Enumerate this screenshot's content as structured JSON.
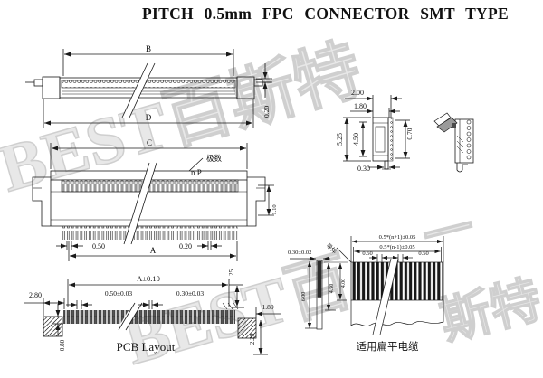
{
  "title": "PITCH 0.5mm FPC CONNECTOR SMT TYPE",
  "top_view": {
    "dim_b": "B",
    "dim_d": "D",
    "dim_thickness": "0.20"
  },
  "front_view": {
    "dim_c": "C",
    "dim_a": "A",
    "dim_pitch": "0.50",
    "dim_width": "0.20",
    "leader_label": "极数",
    "poles_label": "n P",
    "dim_side": "1.10"
  },
  "side_view": {
    "dim_total_width": "2.00",
    "dim_inner_width": "1.80",
    "dim_height": "5.25",
    "dim_inner_height": "4.50",
    "dim_front": "0.70",
    "dim_lead": "0.30"
  },
  "pcb_layout": {
    "label": "PCB Layout",
    "dim_span": "A±0.10",
    "dim_margin": "2.80",
    "dim_pitch": "0.50±0.03",
    "dim_pad": "0.30±0.03",
    "dim_125": "1.25",
    "dim_180": "1.80",
    "dim_220": "2.20",
    "dim_080": "0.80"
  },
  "cable": {
    "label": "适用扁平电缆",
    "dim_outer": "0.5*(n+1)±0.05",
    "dim_inner": "0.5*(n-1)±0.05",
    "dim_050_left": "0.50",
    "dim_050_right": "0.50",
    "dim_thickness": "0.30±0.02",
    "dim_v_outer": "6.00",
    "dim_v_mid": "4.50",
    "dim_v_inner": "4.00",
    "leader_label": "导体"
  },
  "watermark": {
    "part1": "BEST百斯特",
    "part2": "BEST百",
    "part3": "斯特",
    "part4": "一"
  }
}
